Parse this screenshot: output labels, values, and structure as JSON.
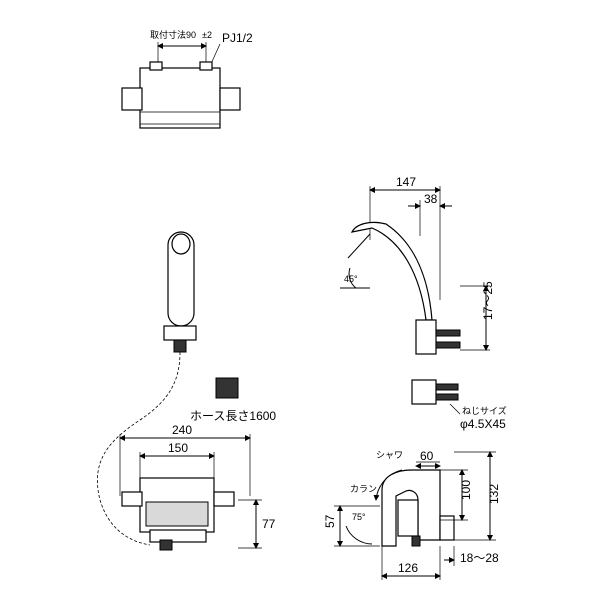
{
  "top_view": {
    "mount_pitch_label": "取付寸法90",
    "mount_pitch_tol": "±2",
    "thread_label": "PJ1/2"
  },
  "front_view": {
    "hose_length_label": "ホース長さ1600",
    "dim_240": "240",
    "dim_150": "150",
    "dim_77": "77"
  },
  "side_view": {
    "dim_147": "147",
    "dim_38": "38",
    "angle_45": "45°",
    "dim_17_25": "17～25",
    "screw_size_label": "ねじサイズ",
    "screw_size_value": "φ4.5X45",
    "shower_label": "シャワ",
    "faucet_label": "カラン",
    "dim_60": "60",
    "dim_100": "100",
    "dim_132": "132",
    "dim_57": "57",
    "angle_75": "75°",
    "dim_126": "126",
    "dim_18_28": "18～28"
  }
}
